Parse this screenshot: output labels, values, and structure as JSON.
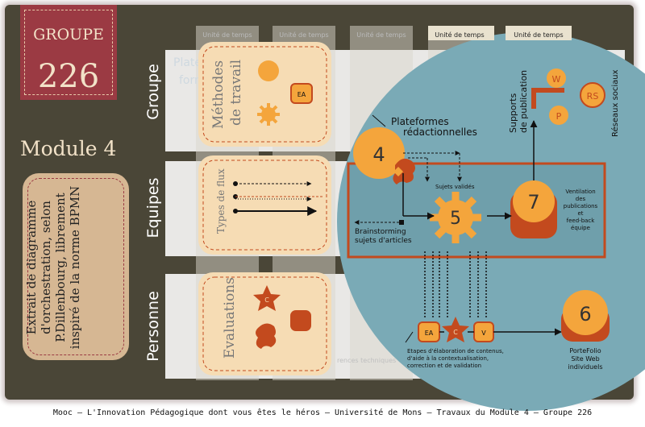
{
  "group": {
    "label": "GROUPE",
    "number": "226"
  },
  "module": "Module 4",
  "extract": {
    "line1": "Extrait de diagramme",
    "line2": "d'orchestration, selon",
    "line3": "P.Dillenbourg, librement",
    "line4": "inspiré de la norme BPMN"
  },
  "lanes": {
    "groupe": "Groupe",
    "equipes": "Equipes",
    "personne": "Personne"
  },
  "time_unit": "Unité de temps",
  "legend": {
    "methods_line1": "Méthodes",
    "methods_line2": "de travail",
    "ea": "EA",
    "flux": "Types de flux",
    "evaluations": "Evaluations",
    "c": "C"
  },
  "faded": {
    "platform1": "Plate",
    "platform2": "form",
    "techniques": "rences techniques"
  },
  "nodes": {
    "n4": "4",
    "n5": "5",
    "n6": "6",
    "n7": "7",
    "plateformes_line1": "Plateformes",
    "plateformes_line2": "rédactionnelles",
    "supports_line1": "Supports",
    "supports_line2": "de publication",
    "reseaux": "Réseaux sociaux",
    "w": "W",
    "p": "P",
    "rs": "RS",
    "sujets_valides": "Sujets validés",
    "brainstorming_line1": "Brainstorming",
    "brainstorming_line2": "sujets d'articles",
    "ventilation_line1": "Ventilation",
    "ventilation_line2": "des",
    "ventilation_line3": "publications",
    "ventilation_line4": "et",
    "ventilation_line5": "feed-back",
    "ventilation_line6": "équipe",
    "ea": "EA",
    "c": "C",
    "v": "V",
    "etapes_line1": "Etapes d'élaboration de contenus,",
    "etapes_line2": "d'aide à la contextualisation,",
    "etapes_line3": "correction et de validation",
    "portfolio_line1": "PorteFolio",
    "portfolio_line2": "Site Web",
    "portfolio_line3": "individuels"
  },
  "footer": "Mooc – L'Innovation Pédagogique dont vous êtes le héros – Université de Mons – Travaux du Module 4 – Groupe 226",
  "colors": {
    "frame": "#4a4637",
    "ribbon": "#9b3a43",
    "teal": "#7aaab6",
    "orange": "#f4a53c",
    "red": "#c34a1e",
    "cream": "#f6dcb4"
  }
}
